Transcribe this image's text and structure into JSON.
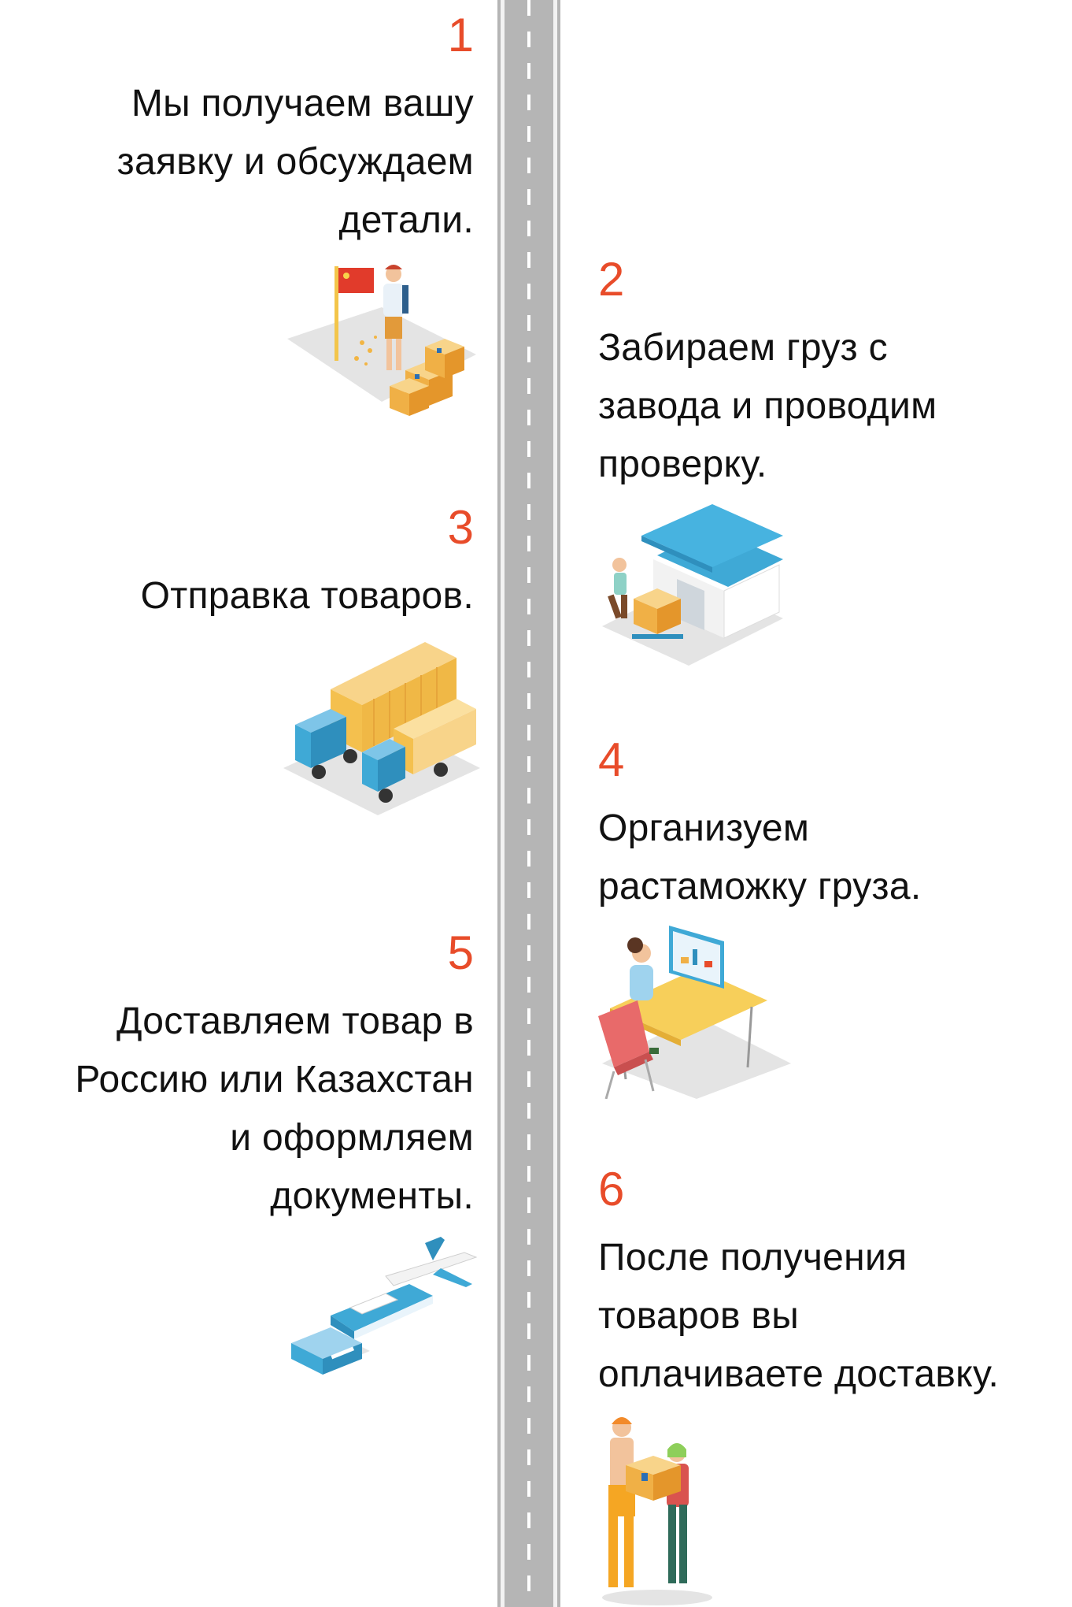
{
  "steps": [
    {
      "number": "1",
      "text_lines": [
        "Мы получаем вашу",
        "заявку и обсуждаем",
        "детали."
      ]
    },
    {
      "number": "2",
      "text_lines": [
        "Забираем груз с",
        "завода и проводим",
        "проверку."
      ]
    },
    {
      "number": "3",
      "text_lines": [
        "Отправка товаров."
      ]
    },
    {
      "number": "4",
      "text_lines": [
        "Организуем",
        "растаможку груза."
      ]
    },
    {
      "number": "5",
      "text_lines": [
        "Доставляем товар в",
        "Россию или Казахстан",
        "и оформляем",
        "документы."
      ]
    },
    {
      "number": "6",
      "text_lines": [
        "После получения",
        "товаров вы",
        "оплачиваете доставку."
      ]
    }
  ],
  "colors": {
    "accent": "#e84c2a",
    "road": "#b5b5b5",
    "box": "#f5b942",
    "blue": "#3fa9d6"
  }
}
